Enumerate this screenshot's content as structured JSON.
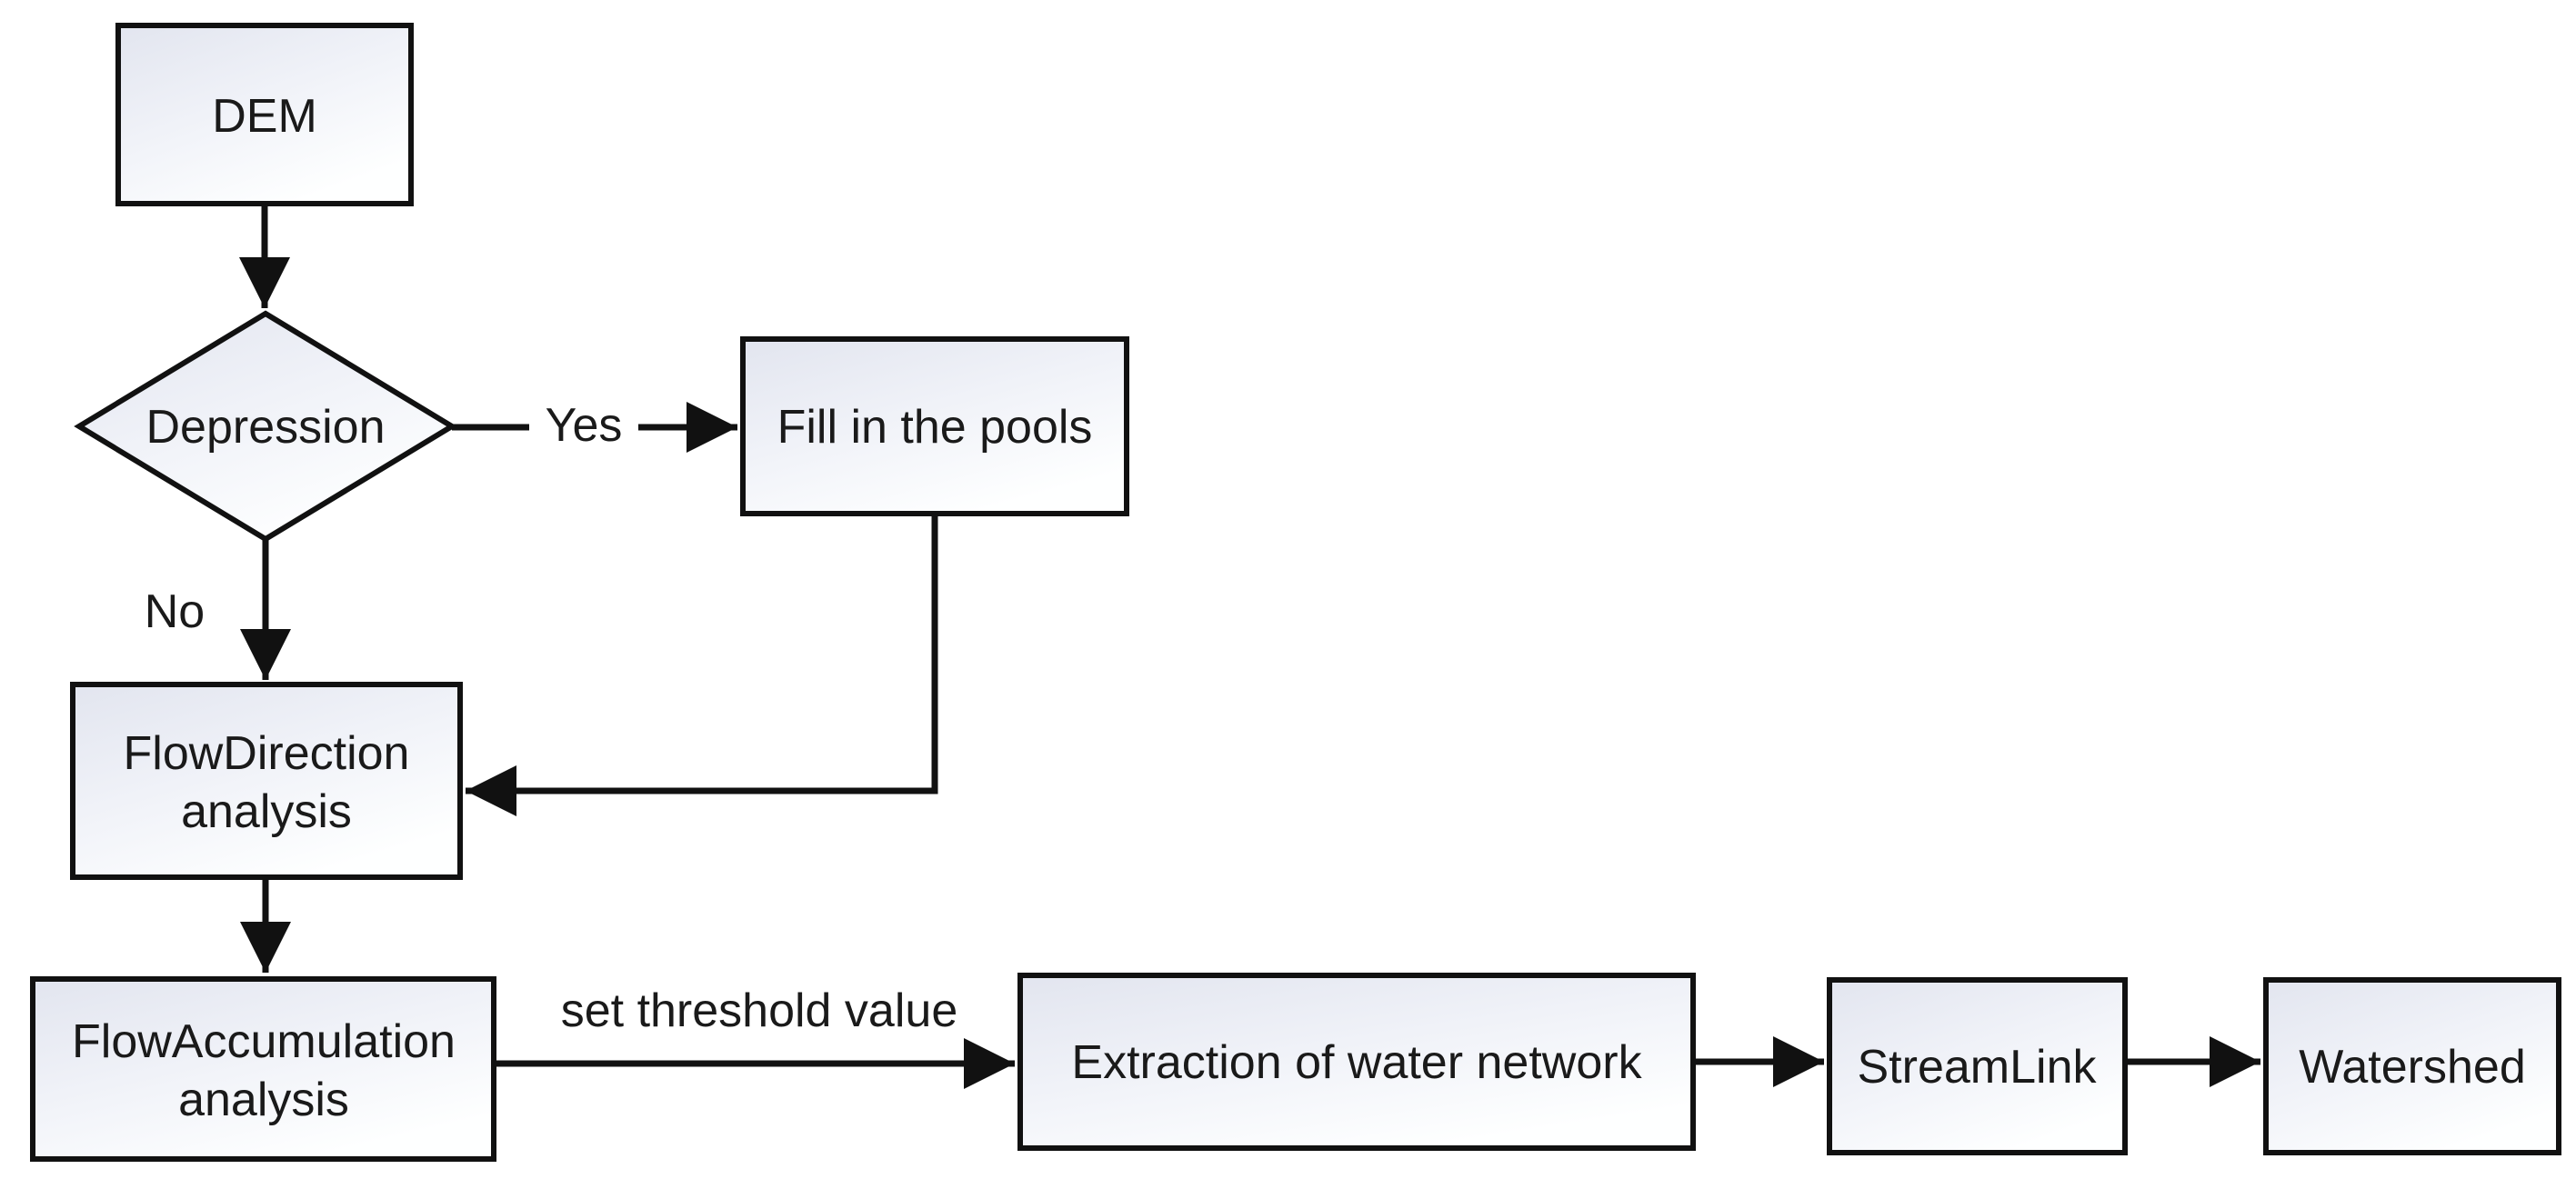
{
  "diagram": {
    "type": "flowchart",
    "nodes": {
      "dem": {
        "label": "DEM",
        "shape": "rect"
      },
      "depression": {
        "label": "Depression",
        "shape": "diamond"
      },
      "fill_pools": {
        "label": "Fill in the pools",
        "shape": "rect"
      },
      "flow_direction": {
        "line1": "FlowDirection",
        "line2": "analysis",
        "shape": "rect"
      },
      "flow_accumulation": {
        "line1": "FlowAccumulation",
        "line2": "analysis",
        "shape": "rect"
      },
      "extraction": {
        "label": "Extraction of water network",
        "shape": "rect"
      },
      "streamlink": {
        "label": "StreamLink",
        "shape": "rect"
      },
      "watershed": {
        "label": "Watershed",
        "shape": "rect"
      }
    },
    "edge_labels": {
      "yes": "Yes",
      "no": "No",
      "threshold": "set threshold value"
    },
    "edges": [
      {
        "from": "dem",
        "to": "depression",
        "label": ""
      },
      {
        "from": "depression",
        "to": "fill_pools",
        "label": "Yes"
      },
      {
        "from": "depression",
        "to": "flow_direction",
        "label": "No"
      },
      {
        "from": "fill_pools",
        "to": "flow_direction",
        "label": ""
      },
      {
        "from": "flow_direction",
        "to": "flow_accumulation",
        "label": ""
      },
      {
        "from": "flow_accumulation",
        "to": "extraction",
        "label": "set threshold value"
      },
      {
        "from": "extraction",
        "to": "streamlink",
        "label": ""
      },
      {
        "from": "streamlink",
        "to": "watershed",
        "label": ""
      }
    ],
    "colors": {
      "background": "#ffffff",
      "node_border": "#111111",
      "node_fill_top": "#e2e5ef",
      "node_fill_bottom": "#feffff",
      "edge_line": "#111111",
      "text": "#1a1a1a"
    }
  }
}
